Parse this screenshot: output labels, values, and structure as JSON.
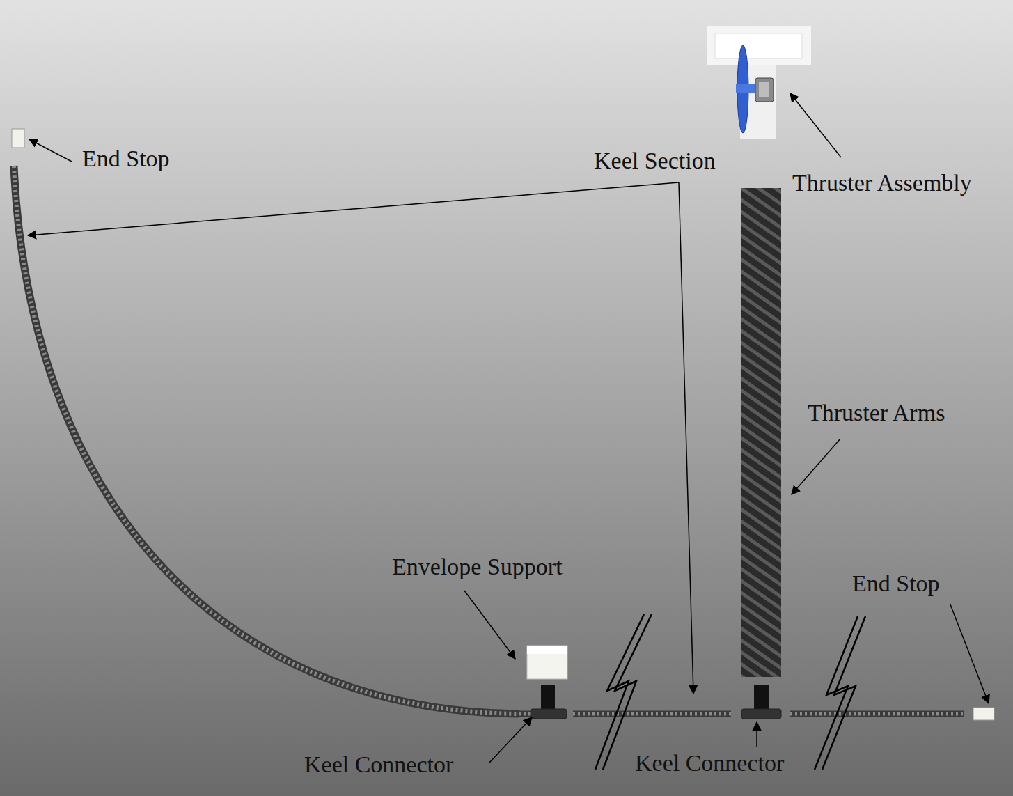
{
  "diagram": {
    "labels": [
      "End Stop",
      "Keel Section",
      "Thruster Assembly",
      "Thruster Arms",
      "Envelope Support",
      "End Stop",
      "Keel Connector",
      "Keel Connector"
    ]
  }
}
